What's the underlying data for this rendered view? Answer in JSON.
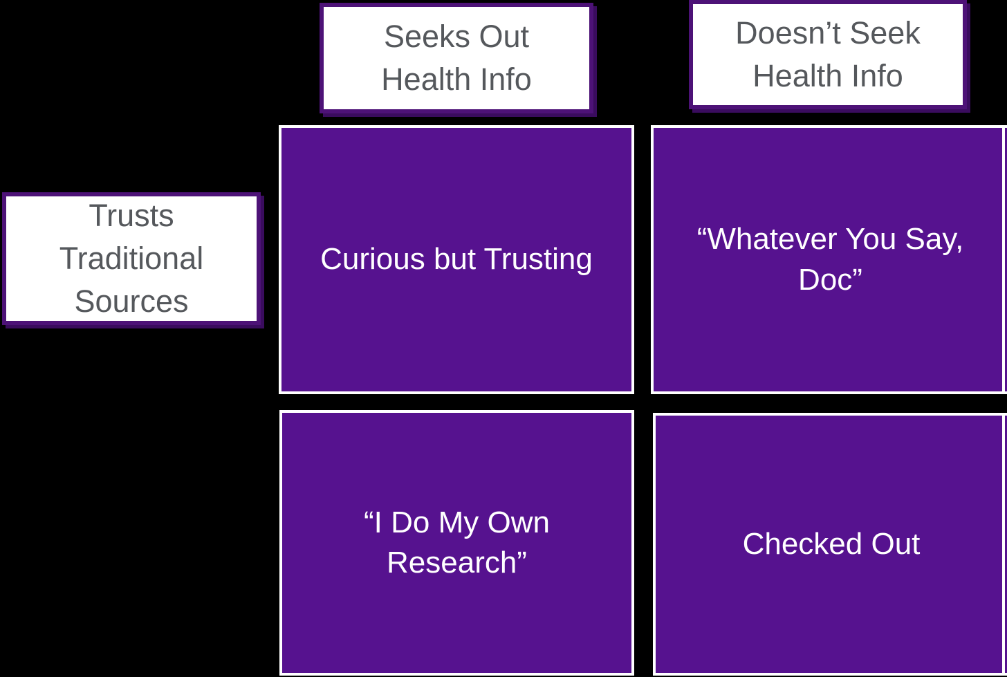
{
  "colors": {
    "background": "#000000",
    "quadrant_fill": "#56128F",
    "quadrant_border": "#FFFFFF",
    "quadrant_text": "#FFFFFF",
    "header_fill": "#FFFFFF",
    "header_border": "#4D1277",
    "header_shadow": "#3A0C5E",
    "header_text": "#55585C"
  },
  "matrix": {
    "column_headers": [
      {
        "label": "Seeks Out\nHealth Info"
      },
      {
        "label": "Doesn’t Seek\nHealth Info"
      }
    ],
    "row_headers": [
      {
        "label": "Trusts\nTraditional\nSources"
      }
    ],
    "quadrants": [
      {
        "row": 0,
        "col": 0,
        "label": "Curious but Trusting"
      },
      {
        "row": 0,
        "col": 1,
        "label": "“Whatever You Say,\nDoc”"
      },
      {
        "row": 1,
        "col": 0,
        "label": "“I Do My Own\nResearch”"
      },
      {
        "row": 1,
        "col": 1,
        "label": "Checked Out"
      }
    ]
  }
}
